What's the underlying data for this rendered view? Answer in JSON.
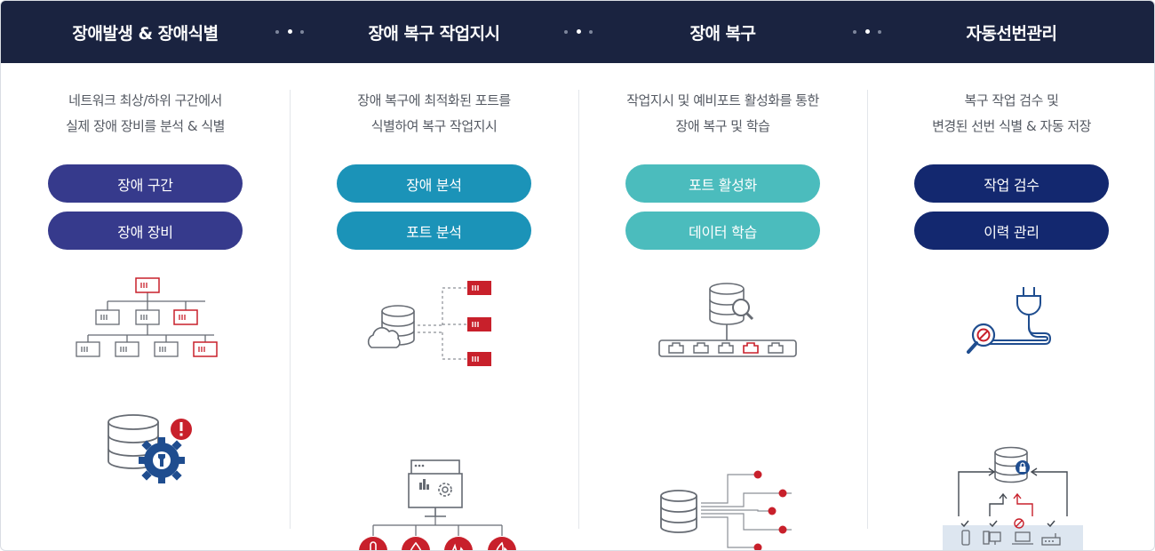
{
  "steps": [
    {
      "title": "장애발생 & 장애식별",
      "desc_line1": "네트워크 최상/하위 구간에서",
      "desc_line2": "실제 장애 장비를 분석 & 식별",
      "buttons": [
        "장애 구간",
        "장애 장비"
      ]
    },
    {
      "title": "장애 복구 작업지시",
      "desc_line1": "장애 복구에 최적화된 포트를",
      "desc_line2": "식별하여 복구 작업지시",
      "buttons": [
        "장애 분석",
        "포트 분석"
      ]
    },
    {
      "title": "장애 복구",
      "desc_line1": "작업지시 및 예비포트 활성화를 통한",
      "desc_line2": "장애 복구 및 학습",
      "buttons": [
        "포트 활성화",
        "데이터 학습"
      ]
    },
    {
      "title": "자동선번관리",
      "desc_line1": "복구 작업 검수 및",
      "desc_line2": "변경된 선번 식별 & 자동 저장",
      "buttons": [
        "작업 검수",
        "이력 관리"
      ]
    }
  ],
  "colors": {
    "header_bg": "#1a2340",
    "step1_button": "#363a8c",
    "step2_button": "#1b93b8",
    "step3_button": "#4bbcbd",
    "step4_button": "#13286f",
    "alert_red": "#c8202b",
    "icon_gray": "#666b73",
    "icon_blue": "#1f4d8f"
  },
  "icons": {
    "step1_top": "network-tree-fault-icon",
    "step1_bottom": "database-gear-alert-icon",
    "step2_top": "cloud-database-ports-icon",
    "step2_bottom": "monitor-sensors-icon",
    "step3_top": "database-search-switch-icon",
    "step3_bottom": "database-outputs-icon",
    "step4_top": "plug-search-block-icon",
    "step4_bottom": "database-lock-devices-icon"
  }
}
